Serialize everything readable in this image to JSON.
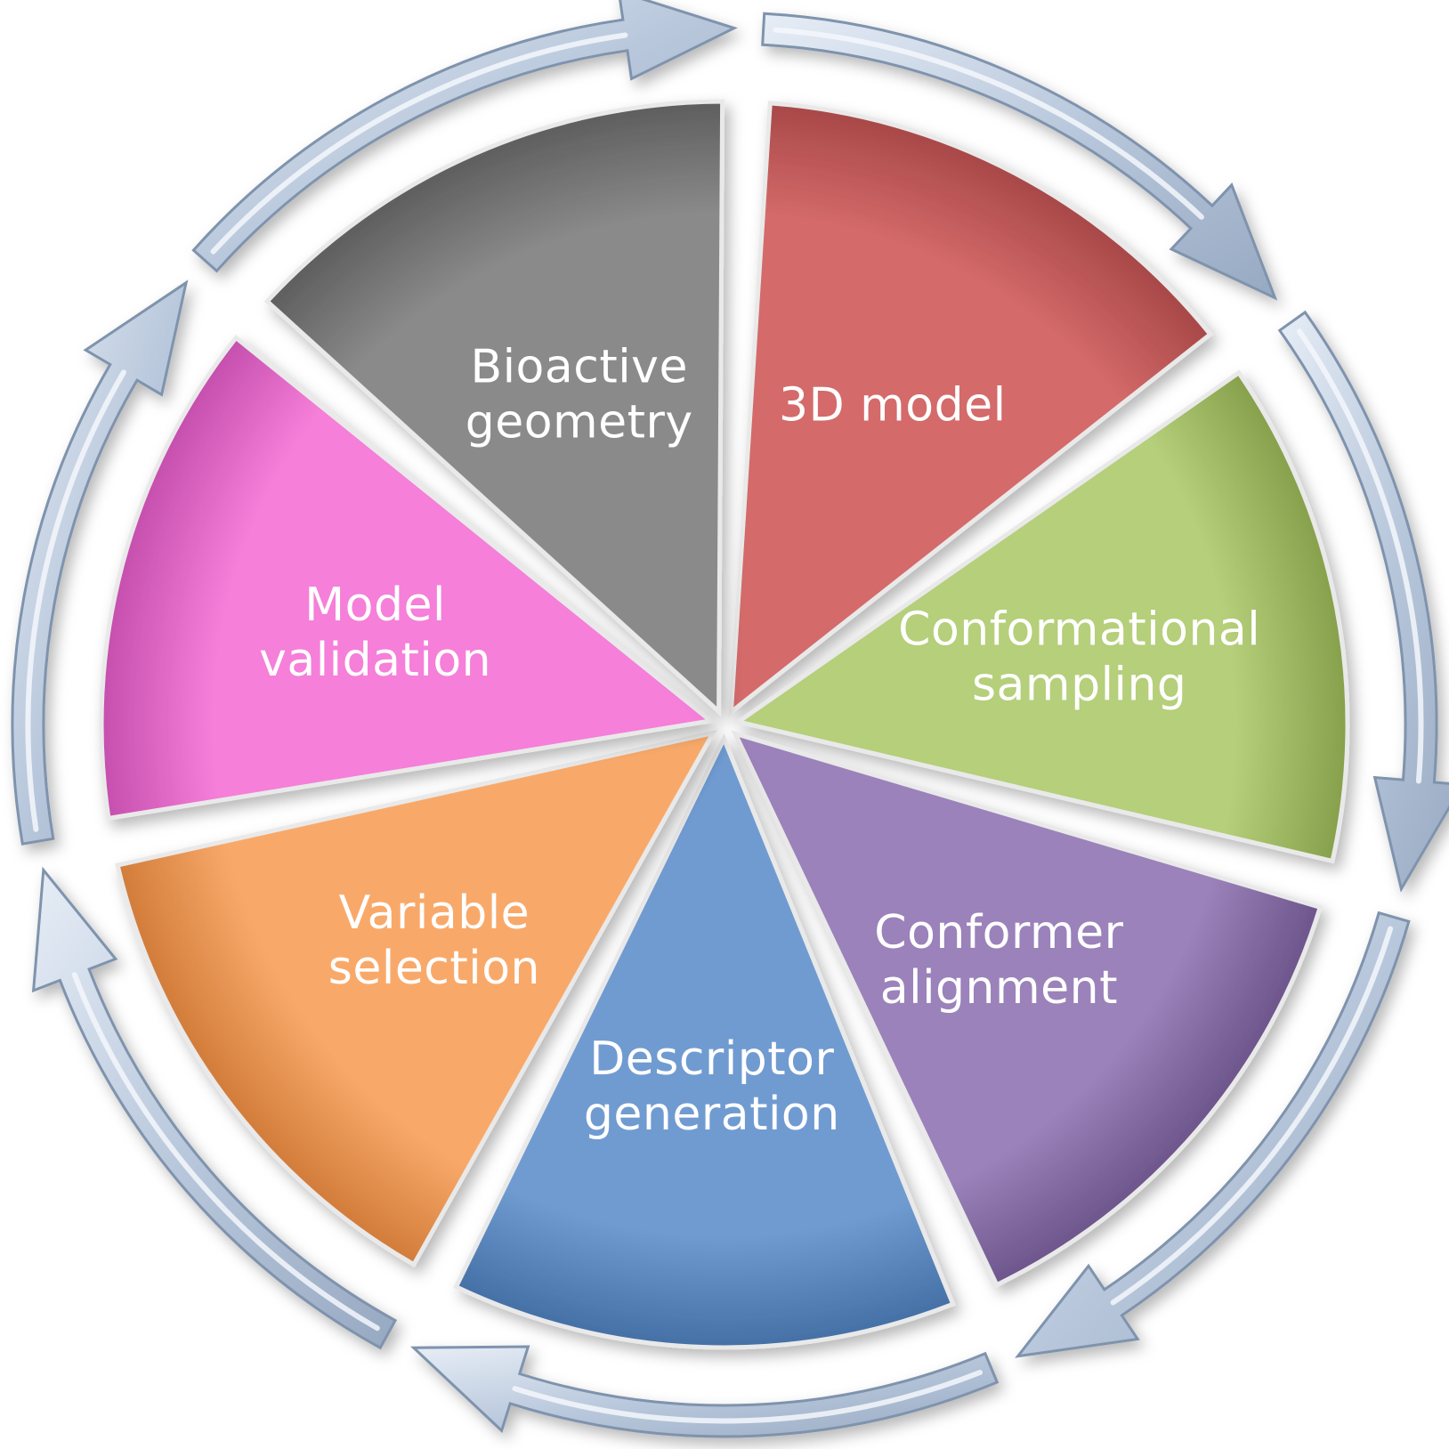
{
  "diagram": {
    "type": "cycle",
    "direction": "clockwise",
    "segments": [
      {
        "id": "3d-model",
        "lines": [
          "3D model"
        ],
        "color": "#d46a6a",
        "dark": "#a84848"
      },
      {
        "id": "conformational-sampling",
        "lines": [
          "Conformational",
          "sampling"
        ],
        "color": "#b5cf7a",
        "dark": "#86a04c"
      },
      {
        "id": "conformer-alignment",
        "lines": [
          "Conformer",
          "alignment"
        ],
        "color": "#9b82ba",
        "dark": "#6d568c"
      },
      {
        "id": "descriptor-generation",
        "lines": [
          "Descriptor",
          "generation"
        ],
        "color": "#6f9bd1",
        "dark": "#4470a6"
      },
      {
        "id": "variable-selection",
        "lines": [
          "Variable",
          "selection"
        ],
        "color": "#f8a96a",
        "dark": "#d27c3a"
      },
      {
        "id": "model-validation",
        "lines": [
          "Model",
          "validation"
        ],
        "color": "#f57fd9",
        "dark": "#c64fae"
      },
      {
        "id": "bioactive-geometry",
        "lines": [
          "Bioactive",
          "geometry"
        ],
        "color": "#8a8a8a",
        "dark": "#5e5e5e"
      }
    ],
    "ring_color": "#b9c8dc",
    "ring_dark": "#7f93ad"
  }
}
